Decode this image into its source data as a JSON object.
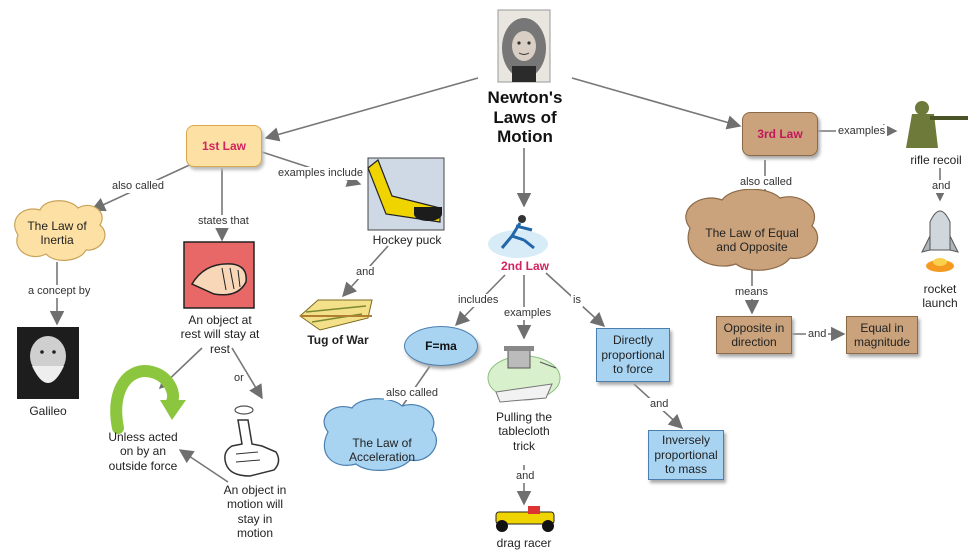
{
  "title": "Newton's Laws of Motion",
  "nodes": {
    "law1": "1st Law",
    "law2": "2nd Law",
    "law3": "3rd Law",
    "inertia": "The Law of Inertia",
    "galileo": "Galileo",
    "rest": "An object at rest will stay at rest",
    "unless": "Unless acted on by an outside force",
    "motion": "An object in motion will stay in motion",
    "hockey": "Hockey puck",
    "tug": "Tug of War",
    "fma": "F=ma",
    "accel": "The Law of Acceleration",
    "tablecloth": "Pulling the tablecloth trick",
    "drag": "drag racer",
    "direct": "Directly proportional to force",
    "inverse": "Inversely proportional to mass",
    "equal_opp": "The Law of Equal and Opposite",
    "opp_dir": "Opposite in direction",
    "equal_mag": "Equal in magnitude",
    "rifle": "rifle recoil",
    "rocket": "rocket launch"
  },
  "links": {
    "also_called_1": "also called",
    "concept_by": "a concept by",
    "states_that": "states that",
    "or": "or",
    "examples_include": "examples include",
    "and_hockey": "and",
    "includes": "includes",
    "also_called_2": "also called",
    "examples_2": "examples",
    "and_table": "and",
    "is": "is",
    "and_direct": "and",
    "also_called_3": "also called",
    "means": "means",
    "and_opp": "and",
    "examples_3": "examples",
    "and_rifle": "and"
  },
  "colors": {
    "law1_fill": "#fde0a3",
    "law3_fill": "#caa37c",
    "cloud_yellow": "#fde0a3",
    "cloud_blue": "#a8d4f2",
    "box_blue": "#a8d4f2",
    "box_brown": "#caa37c",
    "arrow": "#777777",
    "law_text": "#d0245e"
  }
}
